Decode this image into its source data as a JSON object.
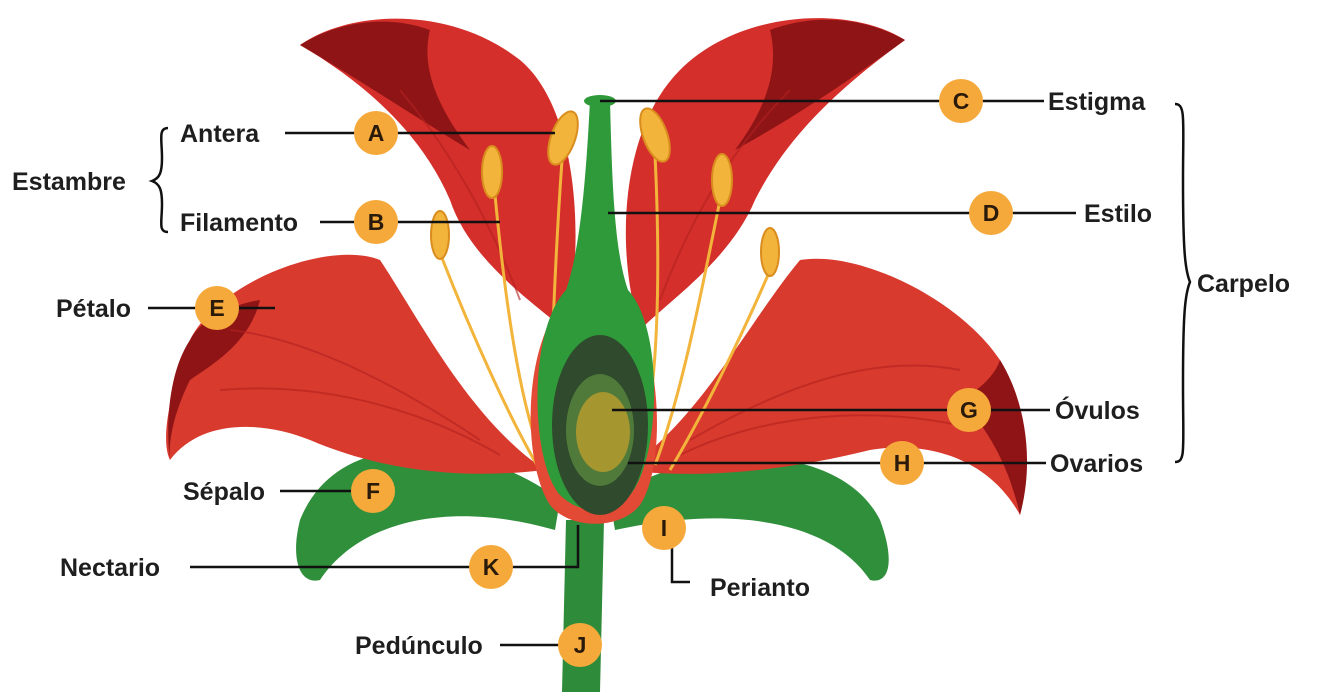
{
  "labels": {
    "estambre": "Estambre",
    "antera": "Antera",
    "filamento": "Filamento",
    "petalo": "Pétalo",
    "sepalo": "Sépalo",
    "nectario": "Nectario",
    "pedunculo": "Pedúnculo",
    "estigma": "Estigma",
    "estilo": "Estilo",
    "carpelo": "Carpelo",
    "ovulos": "Óvulos",
    "ovarios": "Ovarios",
    "perianto": "Perianto"
  },
  "markers": {
    "a": "A",
    "b": "B",
    "c": "C",
    "d": "D",
    "e": "E",
    "f": "F",
    "g": "G",
    "h": "H",
    "i": "I",
    "j": "J",
    "k": "K"
  },
  "colors": {
    "petal": "#d7312a",
    "petal_dark": "#8f1416",
    "petal_light": "#ef5a40",
    "pistil_green": "#2f9a3a",
    "sepal_green": "#2e8b3a",
    "ovary_dark": "#2f4a2c",
    "ovule": "#a6962f",
    "marker": "#f6a93b",
    "stamen": "#f2b43a"
  }
}
